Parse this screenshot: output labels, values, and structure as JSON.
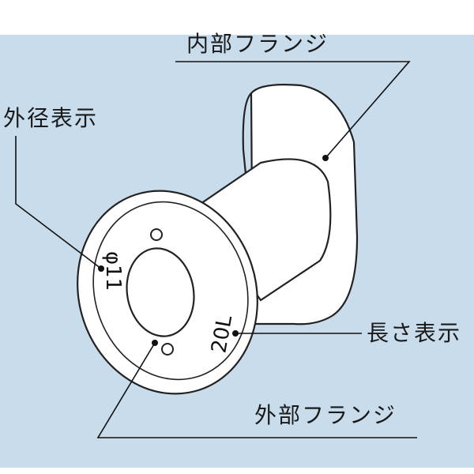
{
  "labels": {
    "inner_flange": "内部フランジ",
    "diameter_marking": "外径表示",
    "length_marking": "長さ表示",
    "outer_flange": "外部フランジ"
  },
  "markings": {
    "diameter": "φ11",
    "length": "20L"
  },
  "colors": {
    "background": "#c8dceb",
    "part_fill": "#ffffff",
    "line": "#222222"
  }
}
